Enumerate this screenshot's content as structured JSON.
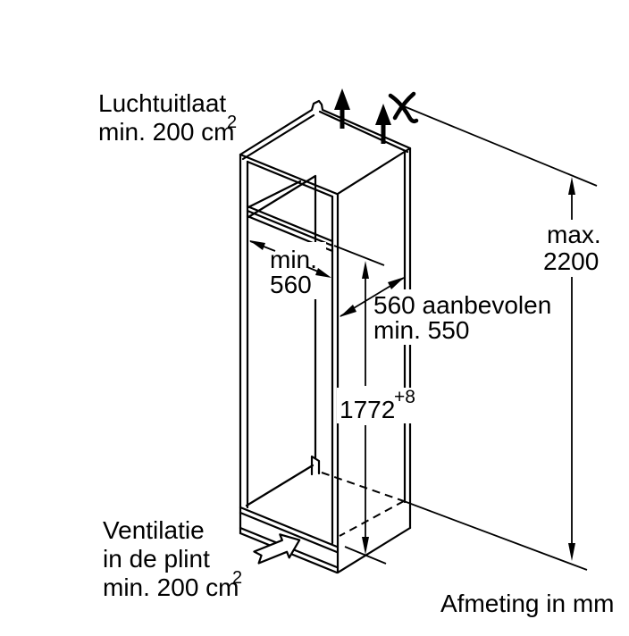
{
  "diagram": {
    "air_outlet": {
      "line1": "Luchtuitlaat",
      "line2": "min. 200 cm",
      "sup": "2"
    },
    "max_height": {
      "line1": "max.",
      "line2": "2200"
    },
    "niche_width": {
      "line1": "min.",
      "line2": "560"
    },
    "depth": {
      "line1": "560 aanbevolen",
      "line2": "min. 550"
    },
    "niche_height": {
      "value": "1772",
      "tolerance": "+8"
    },
    "plinth_vent": {
      "line1": "Ventilatie",
      "line2": "in de plint",
      "line3": "min. 200 cm",
      "sup": "2"
    },
    "units_note": "Afmeting in mm",
    "colors": {
      "line": "#000000",
      "background": "#ffffff"
    }
  }
}
